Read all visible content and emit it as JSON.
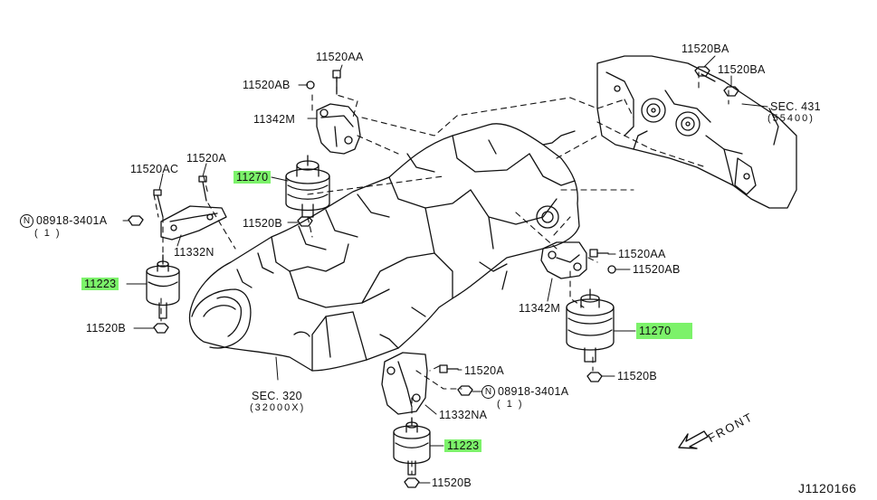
{
  "labels": {
    "l_11520aa_top": "11520AA",
    "l_11520ab_top": "11520AB",
    "l_11342m_top": "11342M",
    "l_11270_top": "11270",
    "l_11520b_top": "11520B",
    "l_11520ac": "11520AC",
    "l_11520a_left": "11520A",
    "l_08918_left": "08918-3401A",
    "l_08918_left_qty": "( 1 )",
    "l_11332n": "11332N",
    "l_11223_left": "11223",
    "l_11520b_left": "11520B",
    "l_sec320": "SEC. 320",
    "l_32000x": "(32000X)",
    "l_11520ba_1": "11520BA",
    "l_11520ba_2": "11520BA",
    "l_sec431": "SEC. 431",
    "l_55400": "(55400)",
    "l_11520aa_right": "11520AA",
    "l_11520ab_right": "11520AB",
    "l_11342m_right": "11342M",
    "l_11270_right": "11270",
    "l_11520b_right": "11520B",
    "l_11520a_bottom": "11520A",
    "l_08918_bottom": "08918-3401A",
    "l_08918_bottom_qty": "( 1 )",
    "l_11332na": "11332NA",
    "l_11223_bottom": "11223",
    "l_11520b_bottom": "11520B",
    "l_front": "FRONT",
    "l_code": "J1120166",
    "n_symbol": "N"
  },
  "colors": {
    "highlight": "#7cf26a",
    "line": "#111111",
    "background": "#ffffff"
  }
}
